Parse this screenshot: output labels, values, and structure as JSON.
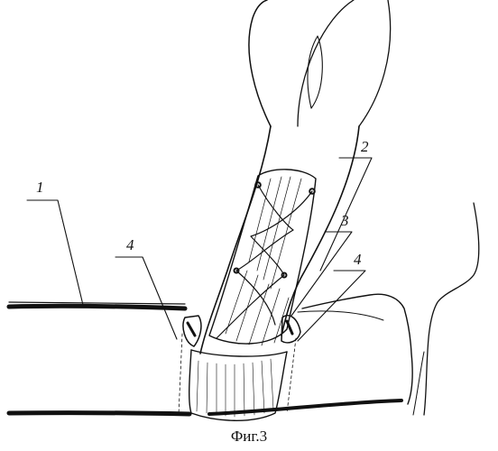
{
  "caption": "Фиг.3",
  "labels": {
    "l1": "1",
    "l2": "2",
    "l3": "3",
    "l4_left": "4",
    "l4_right": "4"
  },
  "colors": {
    "ink": "#111111",
    "paper": "#ffffff"
  }
}
